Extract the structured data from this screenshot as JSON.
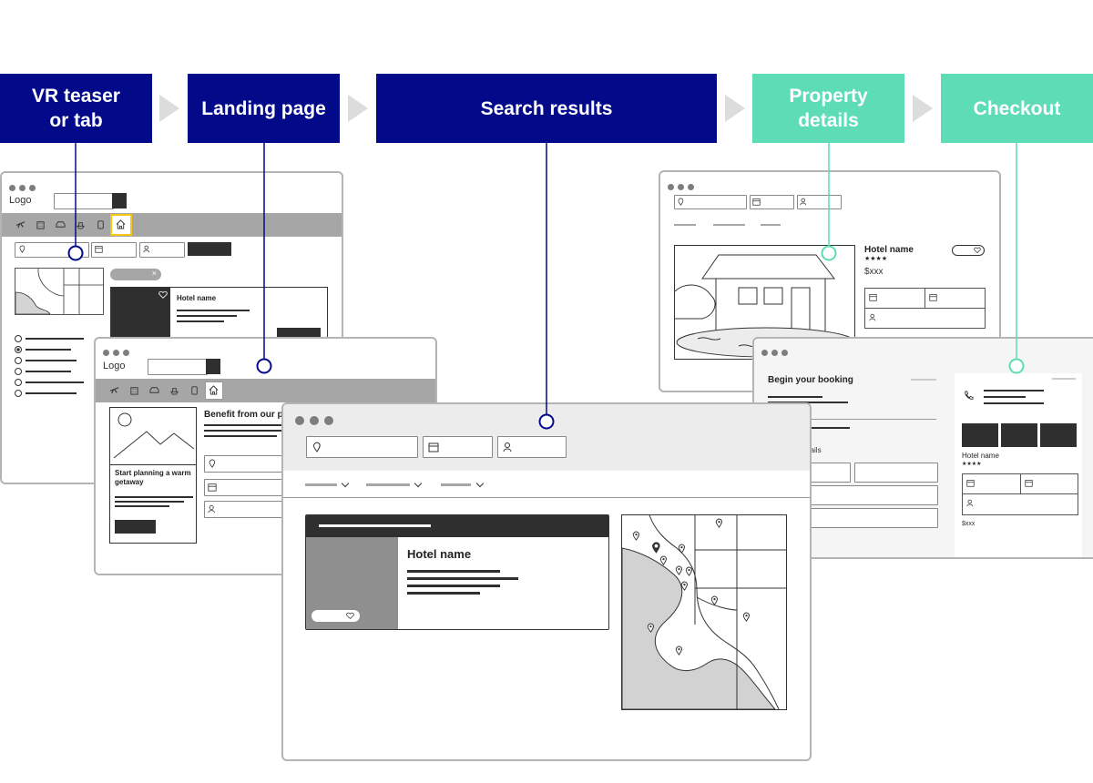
{
  "stages": [
    {
      "label": "VR teaser or tab",
      "color": "#020a8a"
    },
    {
      "label": "Landing page",
      "color": "#020a8a"
    },
    {
      "label": "Search results",
      "color": "#020a8a"
    },
    {
      "label": "Property details",
      "color": "#5edcb5"
    },
    {
      "label": "Checkout",
      "color": "#5edcb5"
    }
  ],
  "vr_tab": {
    "logo": "Logo",
    "hotel_name": "Hotel name",
    "tag_close": "×",
    "highlight_color": "#f5c518"
  },
  "landing": {
    "logo": "Logo",
    "benefit_heading": "Benefit from our p",
    "card_text": "Start planning a warm getaway"
  },
  "search": {
    "hotel_name": "Hotel name"
  },
  "property": {
    "hotel_name": "Hotel name",
    "stars": "★★★★",
    "price": "$xxx"
  },
  "checkout": {
    "heading": "Begin your booking",
    "details_label": "t details",
    "hotel_name": "Hotel name",
    "stars": "★★★★",
    "price": "$xxx"
  }
}
